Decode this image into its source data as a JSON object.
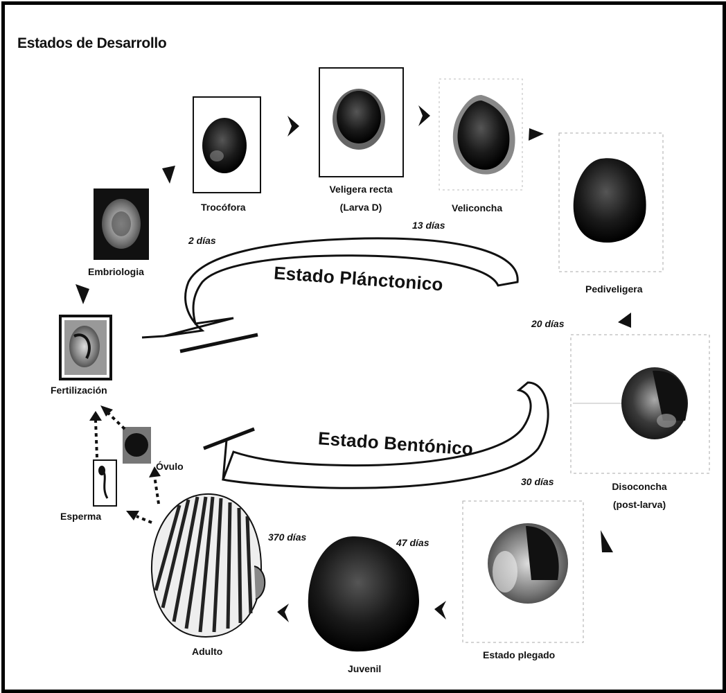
{
  "title": "Estados de Desarrollo",
  "phases": {
    "planktonic": "Estado Plánctonico",
    "benthic": "Estado Bentónico"
  },
  "stages": {
    "trocofora": "Trocófora",
    "veligera_line1": "Veligera recta",
    "veligera_line2": "(Larva D)",
    "veliconcha": "Veliconcha",
    "pediveligera": "Pediveligera",
    "embriologia": "Embriologia",
    "fertilizacion": "Fertilización",
    "ovulo": "Óvulo",
    "esperma": "Esperma",
    "disoconcha_line1": "Disoconcha",
    "disoconcha_line2": "(post-larva)",
    "estado_plegado": "Estado plegado",
    "juvenil": "Juvenil",
    "adulto": "Adulto"
  },
  "days": {
    "d2": "2 días",
    "d13": "13 días",
    "d20": "20 días",
    "d30": "30 días",
    "d47": "47 días",
    "d370": "370 días"
  },
  "colors": {
    "ink": "#111111",
    "shell_dark": "#1a1a1a",
    "shell_mid": "#7a7a7a",
    "frame": "#000000"
  }
}
